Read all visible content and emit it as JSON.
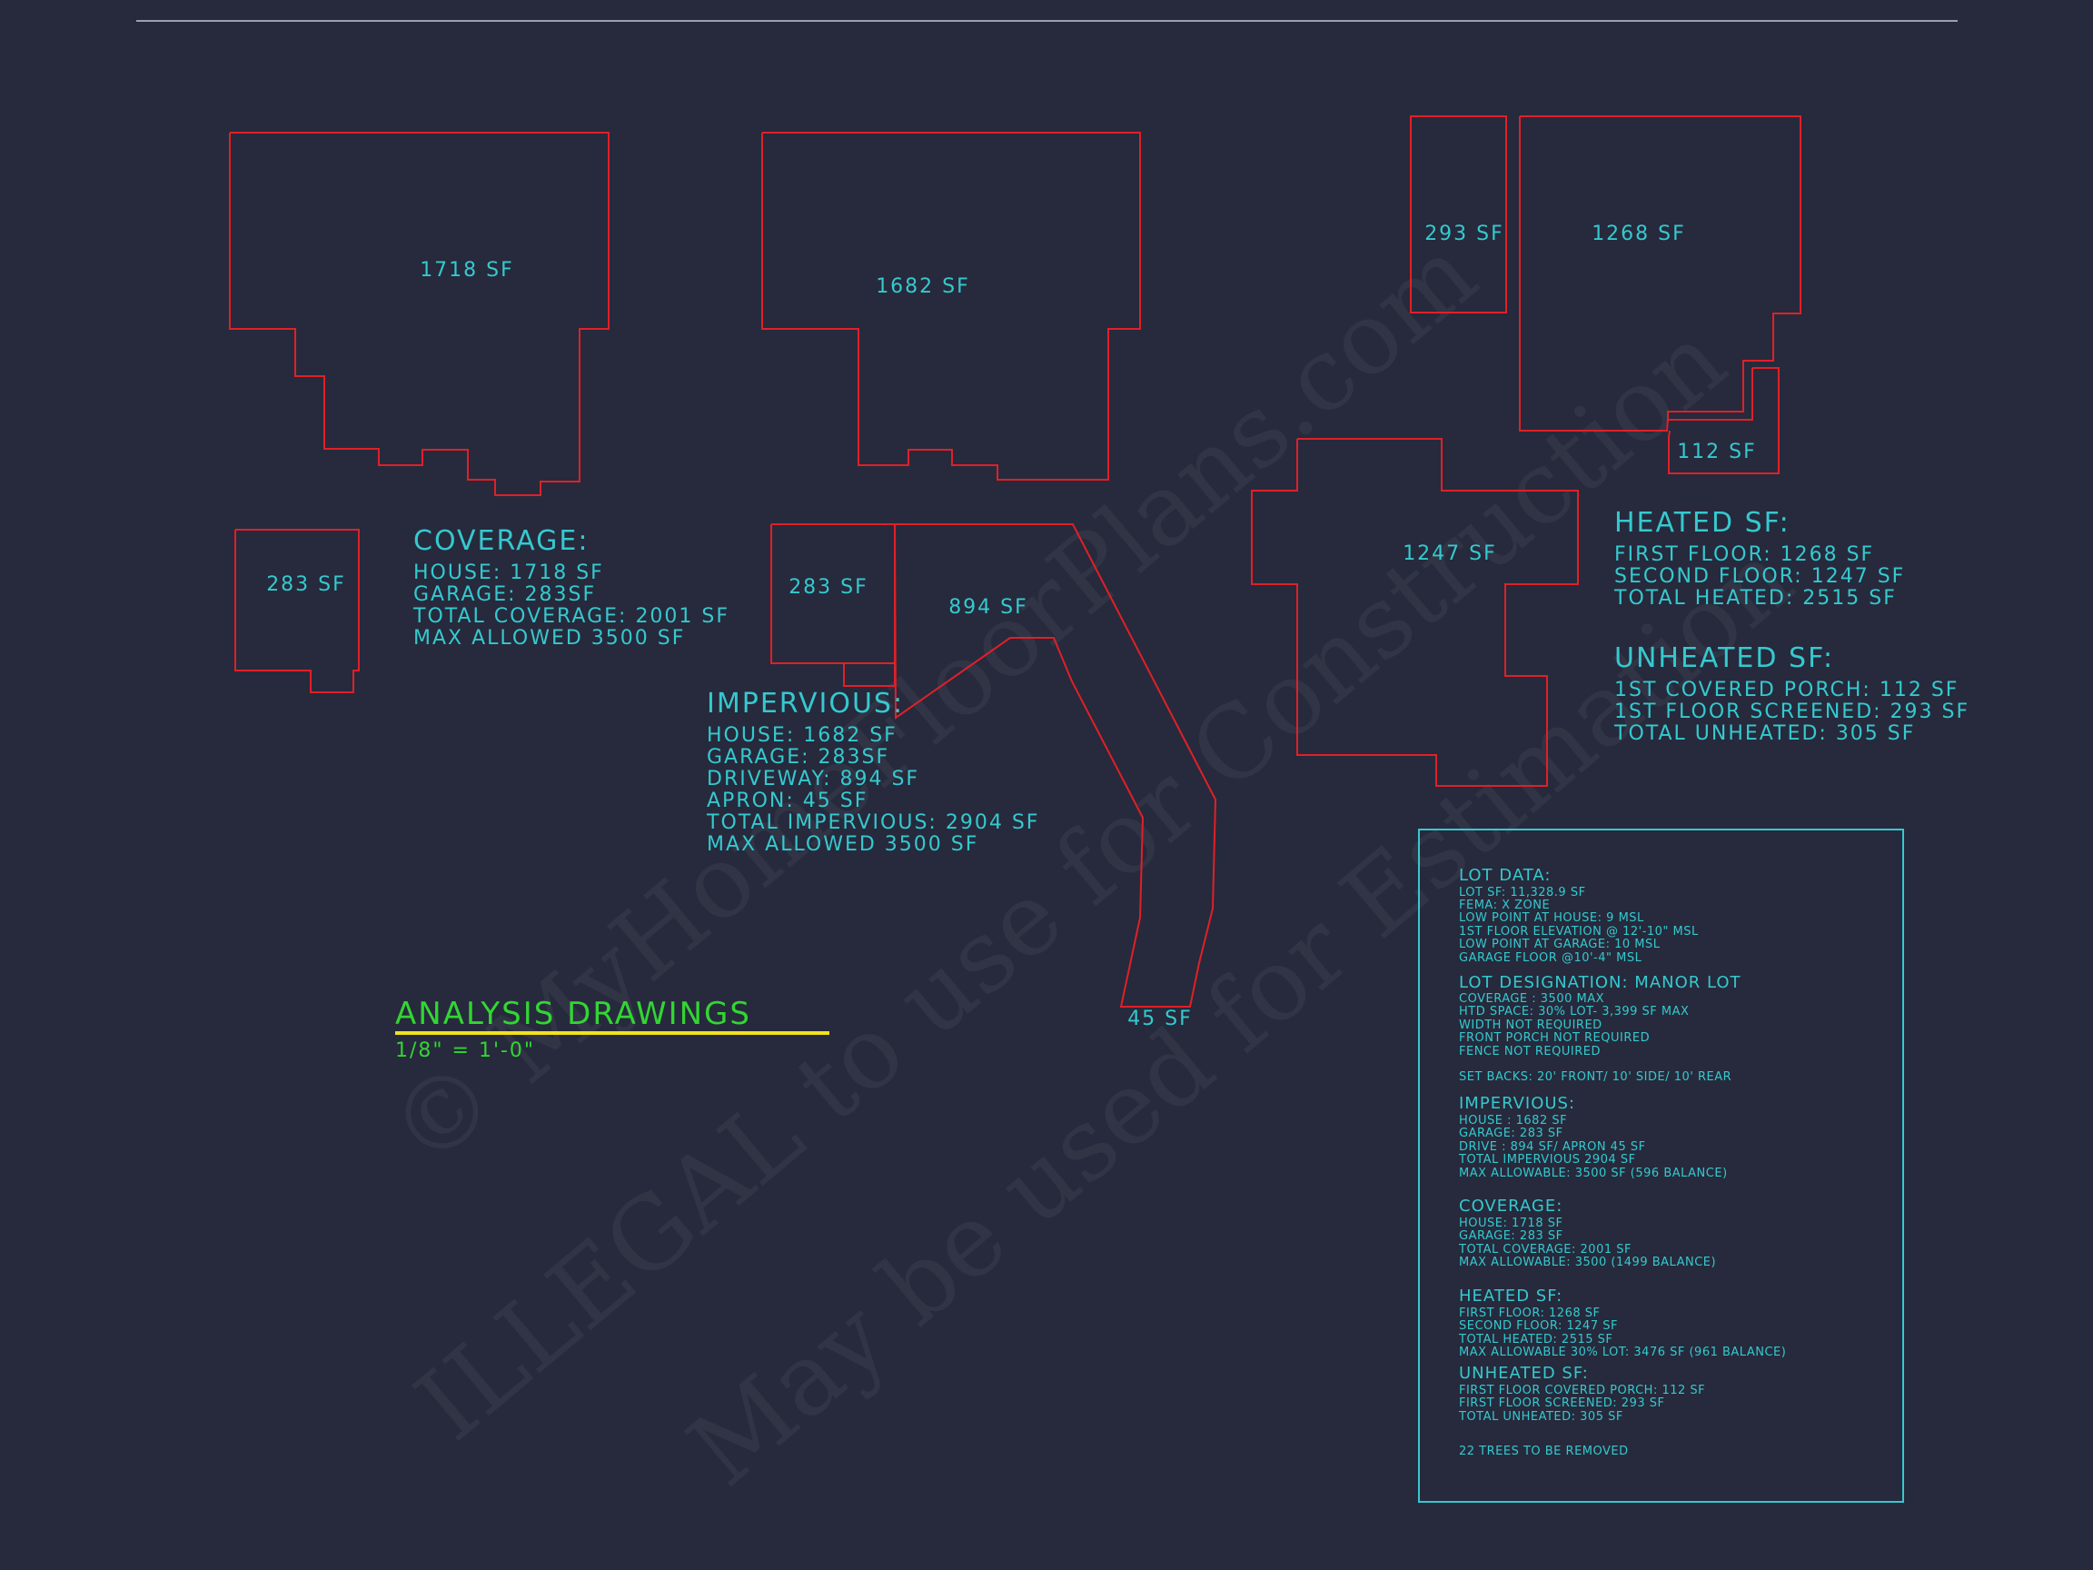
{
  "shape_labels": {
    "house_a": "1718 SF",
    "garage_a": "283 SF",
    "house_b": "1682 SF",
    "garage_b": "283 SF",
    "driveway": "894 SF",
    "apron": "45 SF",
    "screened": "293 SF",
    "first_floor": "1268 SF",
    "porch": "112 SF",
    "second_floor": "1247 SF"
  },
  "coverage": {
    "heading": "COVERAGE:",
    "lines": [
      "HOUSE: 1718 SF",
      "GARAGE: 283SF",
      "TOTAL COVERAGE: 2001 SF",
      "MAX ALLOWED 3500 SF"
    ]
  },
  "impervious": {
    "heading": "IMPERVIOUS:",
    "lines": [
      "HOUSE: 1682 SF",
      "GARAGE: 283SF",
      "DRIVEWAY: 894 SF",
      "APRON: 45 SF",
      "TOTAL IMPERVIOUS: 2904 SF",
      "MAX ALLOWED 3500 SF"
    ]
  },
  "heated": {
    "heading": "HEATED SF:",
    "lines": [
      "FIRST FLOOR: 1268 SF",
      "SECOND FLOOR: 1247 SF",
      "TOTAL HEATED: 2515 SF"
    ]
  },
  "unheated": {
    "heading": "UNHEATED SF:",
    "lines": [
      "1ST COVERED PORCH: 112 SF",
      "1ST FLOOR SCREENED: 293 SF",
      "TOTAL UNHEATED: 305 SF"
    ]
  },
  "title": {
    "name": "ANALYSIS DRAWINGS",
    "scale": "1/8\" = 1'-0\""
  },
  "lot_box": {
    "lot_data_heading": "LOT DATA:",
    "lot_data_lines": [
      "LOT SF: 11,328.9 SF",
      "FEMA: X ZONE",
      "LOW POINT AT HOUSE: 9 MSL",
      "1ST FLOOR ELEVATION @ 12'-10\" MSL",
      "LOW POINT AT GARAGE: 10 MSL",
      "GARAGE FLOOR @10'-4\" MSL"
    ],
    "designation_heading": "LOT DESIGNATION: MANOR LOT",
    "designation_lines": [
      "COVERAGE : 3500 MAX",
      "HTD SPACE: 30% LOT- 3,399 SF MAX",
      "WIDTH NOT REQUIRED",
      "FRONT PORCH NOT REQUIRED",
      "FENCE NOT REQUIRED"
    ],
    "setbacks": "SET BACKS: 20' FRONT/ 10' SIDE/ 10' REAR",
    "impervious_heading": "IMPERVIOUS:",
    "impervious_lines": [
      "HOUSE : 1682 SF",
      "GARAGE: 283 SF",
      "DRIVE : 894 SF/ APRON 45 SF",
      "TOTAL IMPERVIOUS 2904 SF",
      "MAX ALLOWABLE: 3500 SF (596 BALANCE)"
    ],
    "coverage_heading": "COVERAGE:",
    "coverage_lines": [
      "HOUSE: 1718 SF",
      "GARAGE: 283 SF",
      "TOTAL COVERAGE: 2001 SF",
      "MAX ALLOWABLE: 3500 (1499 BALANCE)"
    ],
    "heated_heading": "HEATED SF:",
    "heated_lines": [
      "FIRST FLOOR: 1268 SF",
      "SECOND FLOOR: 1247 SF",
      "TOTAL HEATED: 2515 SF",
      "MAX ALLOWABLE 30% LOT: 3476 SF (961 BALANCE)"
    ],
    "unheated_heading": "UNHEATED SF:",
    "unheated_lines": [
      "FIRST FLOOR COVERED PORCH: 112 SF",
      "FIRST FLOOR SCREENED: 293 SF",
      "TOTAL UNHEATED: 305 SF"
    ],
    "trees": "22 TREES TO BE REMOVED"
  },
  "watermark": {
    "line1": "© MyHomeFloorPlans.com",
    "line2": "ILLEGAL to use for Construction",
    "line3": "May be used for Estimation"
  },
  "colors": {
    "background": "#262a3c",
    "outline": "#e02027",
    "text": "#35c9cf",
    "title": "#33d533",
    "title_underline": "#f2e21a"
  }
}
